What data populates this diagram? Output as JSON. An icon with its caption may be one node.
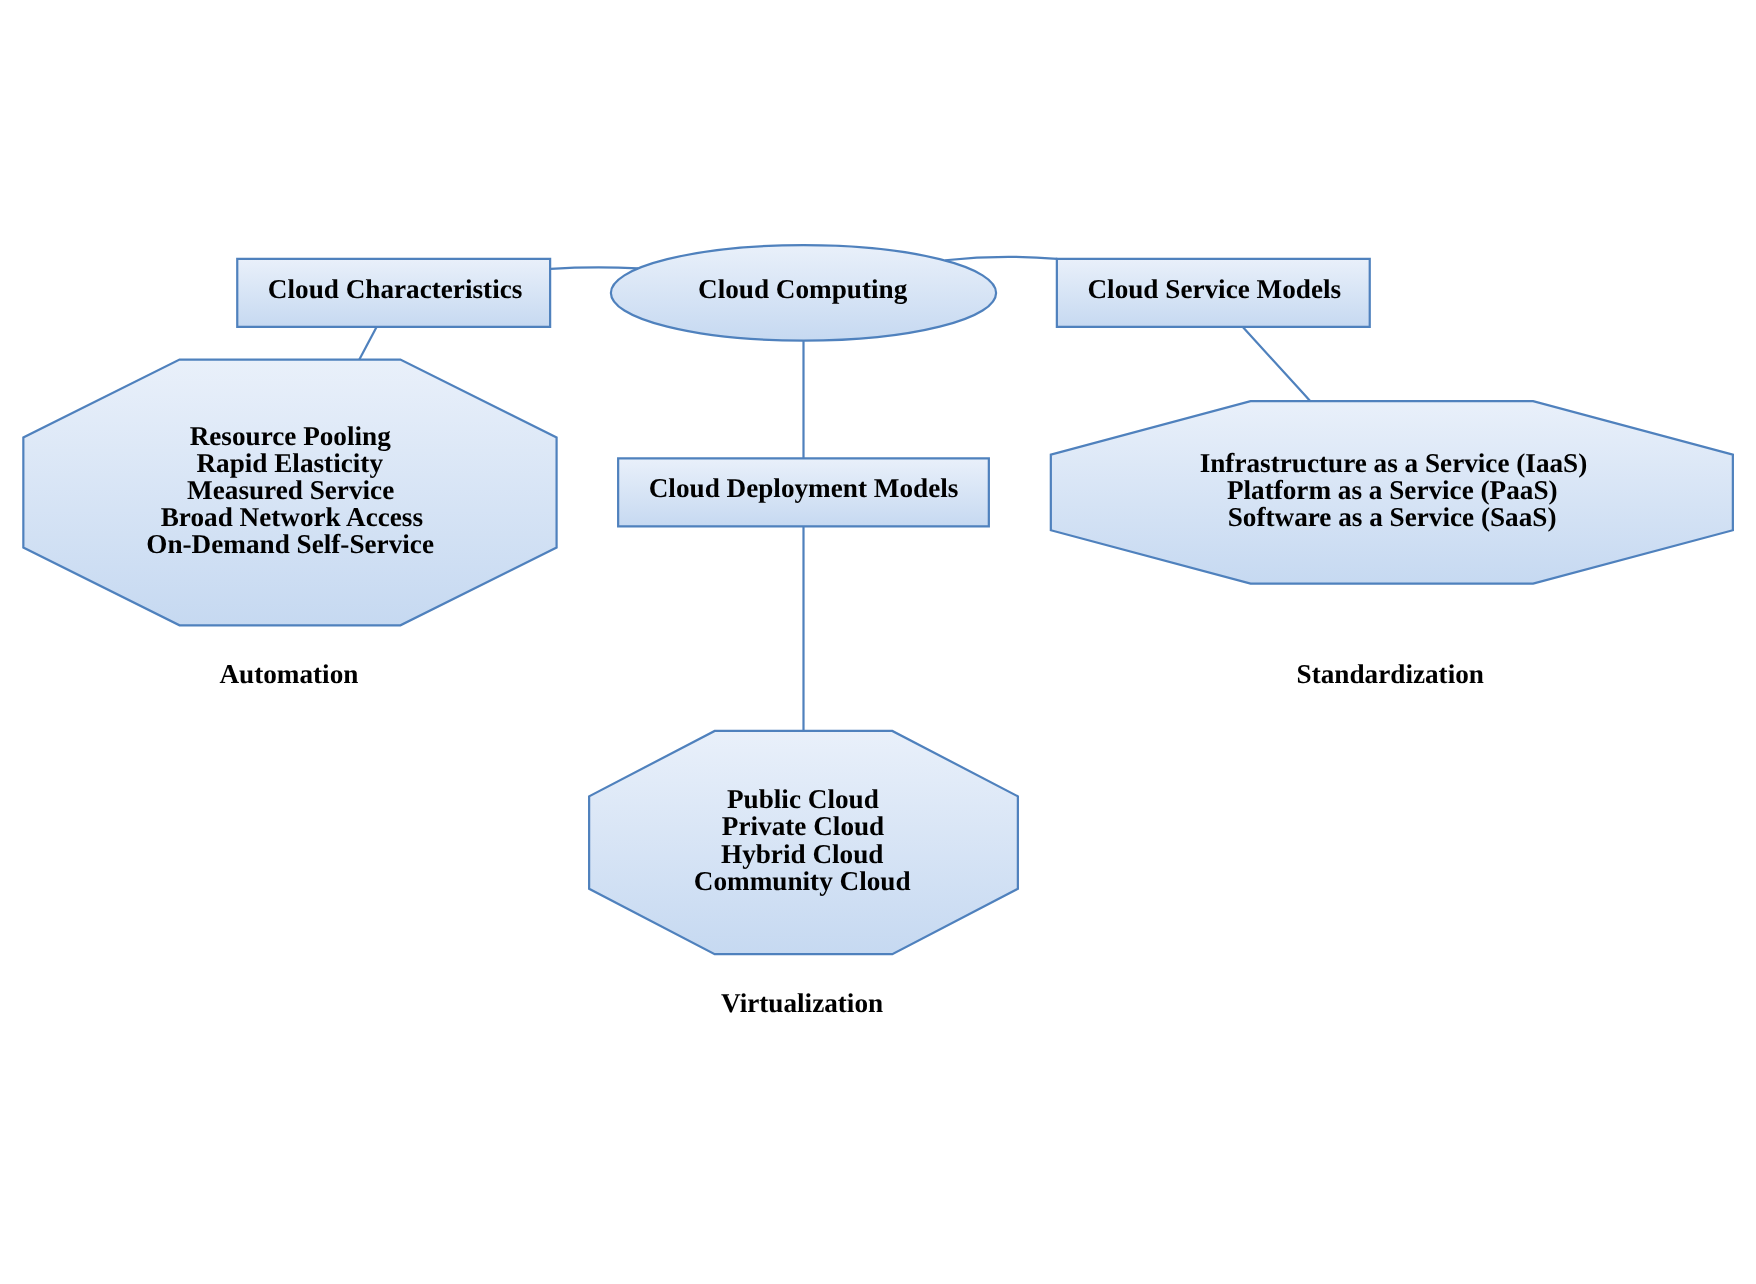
{
  "diagram": {
    "nodes": [
      {
        "text": [
          "Cloud Computing"
        ]
      },
      {
        "text": [
          "Cloud Characteristics"
        ]
      },
      {
        "text": [
          "Cloud Service Models"
        ]
      },
      {
        "text": [
          "Cloud Deployment Models"
        ]
      },
      {
        "text": [
          "Resource Pooling",
          "Rapid Elasticity",
          "Measured Service",
          "Broad Network Access",
          "On-Demand Self-Service"
        ],
        "beside": [
          "Automation"
        ]
      },
      {
        "text": [
          "Infrastructure as a Service (IaaS)",
          "Platform as a Service (PaaS)",
          "Software as a Service (SaaS)"
        ],
        "beside": [
          "Standardization"
        ]
      },
      {
        "text": [
          "Public Cloud",
          "Private Cloud",
          "Hybrid Cloud",
          "Community Cloud"
        ],
        "beside": [
          "Virtualization"
        ]
      }
    ],
    "edges": [
      {
        "from": 0,
        "to": 1,
        "arrow": "none"
      },
      {
        "from": 0,
        "to": 2,
        "arrow": "none"
      },
      {
        "from": 0,
        "to": 3,
        "arrow": "none"
      },
      {
        "from": 1,
        "to": 4,
        "arrow": "none"
      },
      {
        "from": 2,
        "to": 5,
        "arrow": "none"
      },
      {
        "from": 3,
        "to": 6,
        "arrow": "none"
      }
    ]
  }
}
